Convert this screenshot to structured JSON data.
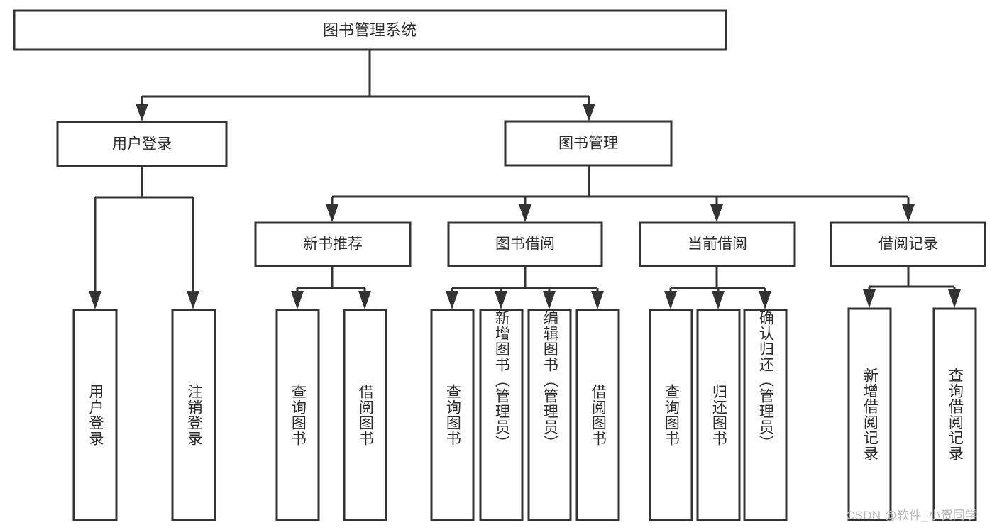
{
  "diagram": {
    "type": "tree",
    "title": "图书管理系统",
    "orientation": "top-down",
    "colors": {
      "background": "#ffffff",
      "border": "#333333",
      "text": "#2b2b2b",
      "watermark": "#b8b8b8"
    },
    "root": {
      "label": "图书管理系统"
    },
    "level2": [
      {
        "label": "用户登录"
      },
      {
        "label": "图书管理"
      }
    ],
    "level3": [
      {
        "label": "新书推荐"
      },
      {
        "label": "图书借阅"
      },
      {
        "label": "当前借阅"
      },
      {
        "label": "借阅记录"
      }
    ],
    "leaves": {
      "user_login": [
        {
          "label": "用户登录"
        },
        {
          "label": "注销登录"
        }
      ],
      "new_book_recommend": [
        {
          "label": "查询图书"
        },
        {
          "label": "借阅图书"
        }
      ],
      "book_borrow": [
        {
          "label": "查询图书"
        },
        {
          "label": "新增图书（管理员）"
        },
        {
          "label": "编辑图书（管理员）"
        },
        {
          "label": "借阅图书"
        }
      ],
      "current_borrow": [
        {
          "label": "查询图书"
        },
        {
          "label": "归还图书"
        },
        {
          "label": "确认归还（管理员）"
        }
      ],
      "borrow_record": [
        {
          "label": "新增借阅记录"
        },
        {
          "label": "查询借阅记录"
        }
      ]
    }
  },
  "watermark": {
    "text": "CSDN @软件_小贺同学"
  }
}
